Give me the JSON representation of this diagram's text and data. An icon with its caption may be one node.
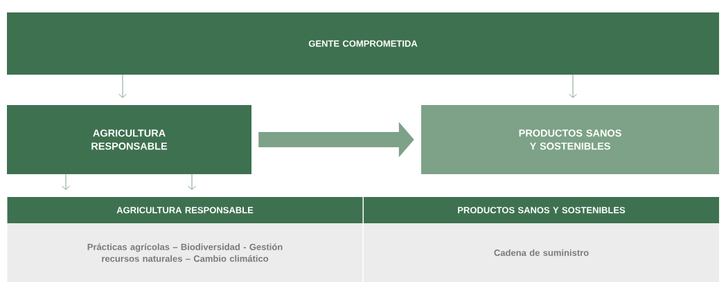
{
  "diagram": {
    "nodes": [
      {
        "text": [
          "GENTE COMPROMETIDA"
        ]
      },
      {
        "text": [
          "AGRICULTURA RESPONSABLE"
        ]
      },
      {
        "text": [
          "PRODUCTOS SANOS Y SOSTENIBLES"
        ]
      },
      {
        "text": [
          "AGRICULTURA RESPONSABLE"
        ]
      },
      {
        "text": [
          "Prácticas agrícolas – Biodiversidad - Gestión recursos naturales – Cambio climático"
        ]
      },
      {
        "text": [
          "PRODUCTOS SANOS Y SOSTENIBLES"
        ]
      },
      {
        "text": [
          "Cadena de suministro"
        ]
      }
    ],
    "edges": [
      {
        "from": 0,
        "to": 1,
        "arrow": "to"
      },
      {
        "from": 0,
        "to": 2,
        "arrow": "to"
      },
      {
        "from": 1,
        "to": 2,
        "arrow": "to",
        "style": "thick",
        "color": "#7da287"
      },
      {
        "from": 1,
        "to": 3,
        "arrow": "to"
      },
      {
        "from": 1,
        "to": 3,
        "arrow": "to"
      }
    ]
  }
}
